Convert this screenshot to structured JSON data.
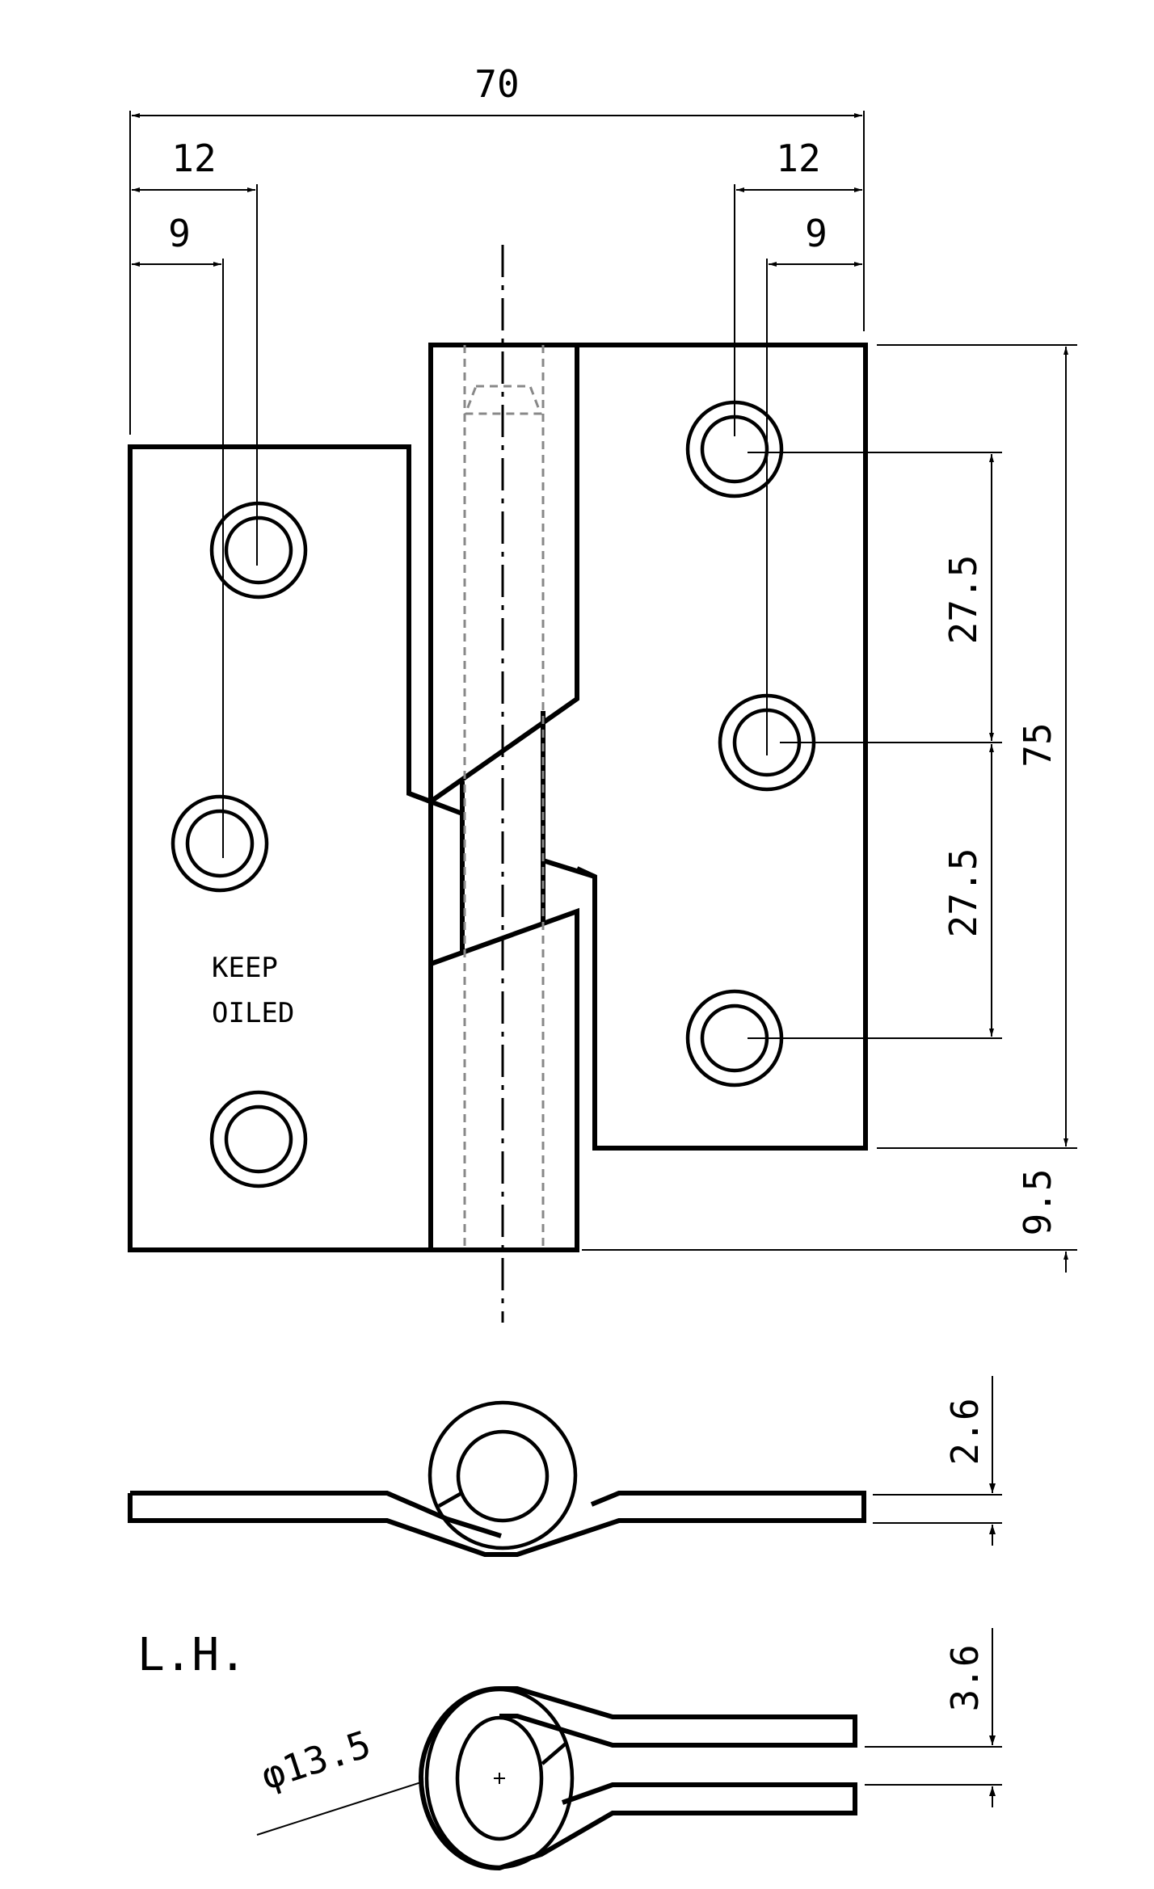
{
  "drawing": {
    "subject": "Lift-off butt hinge, left hand",
    "colors": {
      "line": "#000000",
      "hidden_line": "#888888",
      "background": "#ffffff"
    },
    "front_view": {
      "overall_width_label": "70",
      "left_edge_to_upper_hole_label": "12",
      "left_edge_to_middle_hole_label": "9",
      "right_edge_to_outer_holes_label": "12",
      "right_edge_to_middle_hole_label": "9",
      "hole_pitch_upper_label": "27.5",
      "hole_pitch_lower_label": "27.5",
      "leaf_height_label": "75",
      "leaf_offset_label": "9.5",
      "stamp_line_1": "KEEP",
      "stamp_line_2": "OILED"
    },
    "top_view_open": {
      "thickness_label": "2.6"
    },
    "top_view_closed": {
      "hand_label": "L.H.",
      "knuckle_diameter_label": "φ13.5",
      "gap_label": "3.6"
    }
  }
}
